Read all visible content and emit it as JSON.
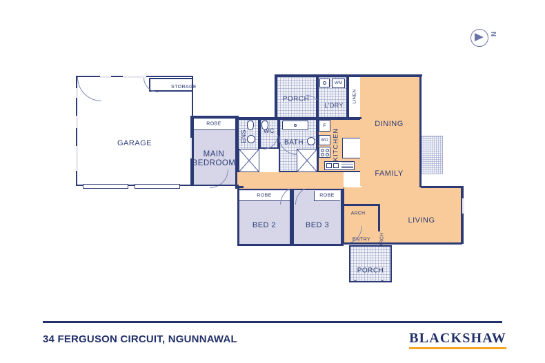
{
  "document": {
    "type": "real-estate-floor-plan",
    "footer_title": "34 FERGUSON CIRCUIT, NGUNNAWAL",
    "brand_name": "BLACKSHAW",
    "compass_label": "N"
  },
  "colors": {
    "wall": "#2b3a75",
    "living_fill": "#f9cb9a",
    "bedroom_fill": "#d6d6e8",
    "tile_fill": "#f2f3f8",
    "text": "#2b3a75",
    "brand_underline": "#f5a623",
    "footer_rule": "#22306a"
  },
  "rooms": [
    {
      "id": "garage",
      "label": "GARAGE",
      "fill": "white"
    },
    {
      "id": "storage",
      "label": "STORAGE",
      "fill": "white"
    },
    {
      "id": "main-bedroom",
      "label": "MAIN BEDROOM",
      "fill": "lavender"
    },
    {
      "id": "robe-main",
      "label": "ROBE",
      "fill": "white"
    },
    {
      "id": "ens",
      "label": "ENS",
      "fill": "tile"
    },
    {
      "id": "wc",
      "label": "WC",
      "fill": "tile"
    },
    {
      "id": "bath",
      "label": "BATH",
      "fill": "tile"
    },
    {
      "id": "porch-front",
      "label": "PORCH",
      "fill": "tile"
    },
    {
      "id": "laundry",
      "label": "L'DRY",
      "fill": "tile"
    },
    {
      "id": "linen",
      "label": "LINEN",
      "fill": "white"
    },
    {
      "id": "kitchen",
      "label": "KITCHEN",
      "fill": "orange"
    },
    {
      "id": "dining",
      "label": "DINING",
      "fill": "orange"
    },
    {
      "id": "family",
      "label": "FAMILY",
      "fill": "orange"
    },
    {
      "id": "living",
      "label": "LIVING",
      "fill": "orange"
    },
    {
      "id": "bed-2",
      "label": "BED 2",
      "fill": "lavender"
    },
    {
      "id": "robe-bed2",
      "label": "ROBE",
      "fill": "white"
    },
    {
      "id": "bed-3",
      "label": "BED 3",
      "fill": "lavender"
    },
    {
      "id": "robe-bed3",
      "label": "ROBE",
      "fill": "white"
    },
    {
      "id": "entry",
      "label": "ENTRY",
      "fill": "orange"
    },
    {
      "id": "porch-rear",
      "label": "PORCH",
      "fill": "tile"
    }
  ],
  "annotations": {
    "arch_top": "ARCH",
    "arch_side": "ARCH",
    "entry": "ENTRY"
  },
  "appliances": [
    {
      "id": "washing-machine",
      "label": "WM",
      "room": "laundry"
    },
    {
      "id": "laundry-tub",
      "label": "",
      "room": "laundry"
    },
    {
      "id": "fridge",
      "label": "F",
      "room": "kitchen"
    },
    {
      "id": "wall-oven",
      "label": "WO",
      "room": "kitchen"
    },
    {
      "id": "cooktop",
      "label": "",
      "room": "kitchen"
    },
    {
      "id": "kitchen-sink",
      "label": "",
      "room": "kitchen"
    }
  ]
}
